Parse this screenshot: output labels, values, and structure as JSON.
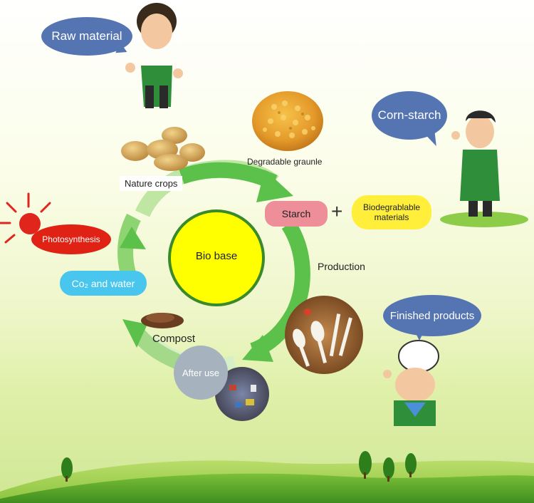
{
  "center_label": "Bio base",
  "steps": {
    "nature_crops": "Nature crops",
    "degradable_granule": "Degradable graunle",
    "starch": "Starch",
    "plus": "+",
    "biodegradable_materials": "Biodegrablable materials",
    "production": "Production",
    "after_use": "After use",
    "compost": "Compost",
    "co2_water": "Co₂ and water",
    "photosynthesis": "Photosynthesis"
  },
  "bubbles": {
    "raw_material": "Raw material",
    "corn_starch": "Corn-starch",
    "finished_products": "Finished products"
  },
  "colors": {
    "center_fill": "#ffff00",
    "center_ring": "#3a8a2a",
    "arrow_green": "#5cc14a",
    "starch_pill": "#ee8e98",
    "biodegradable_pill": "#ffef3a",
    "co2_pill": "#48c6ee",
    "photosynthesis_pill": "#e02215",
    "after_use_circle": "#a6b2be",
    "speech_bubble": "#5574b2",
    "sun": "#e0261c"
  },
  "icons": [
    "person-raw-material-icon",
    "scientist-icon",
    "chef-icon",
    "sun-icon",
    "potato-icon",
    "corn-granule-icon",
    "cutlery-icon",
    "waste-icon",
    "soil-icon",
    "tree-icon"
  ]
}
